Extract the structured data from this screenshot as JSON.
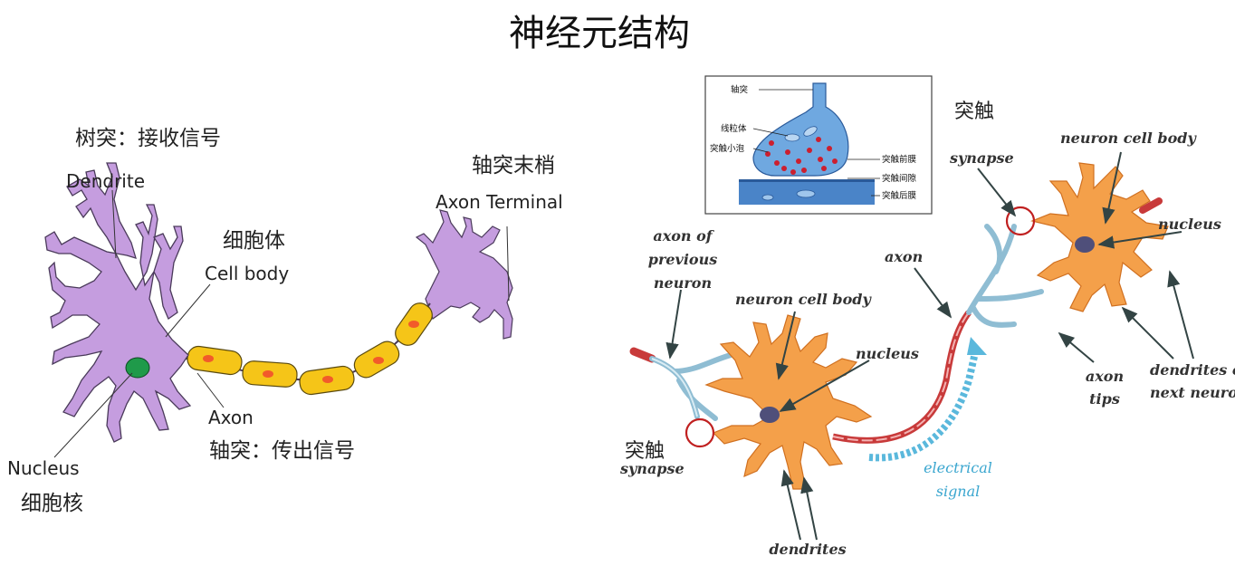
{
  "title": "神经元结构",
  "left_diagram": {
    "dendrite_zh": "树突：接收信号",
    "dendrite_en": "Dendrite",
    "cell_body_zh": "细胞体",
    "cell_body_en": "Cell body",
    "axon_terminal_zh": "轴突末梢",
    "axon_terminal_en": "Axon Terminal",
    "axon_en": "Axon",
    "axon_zh": "轴突：传出信号",
    "nucleus_en": "Nucleus",
    "nucleus_zh": "细胞核"
  },
  "inset": {
    "label_axon": "轴突",
    "label_mito": "线粒体",
    "label_vesicle": "突触小泡",
    "label_pre": "突触前膜",
    "label_cleft": "突触间隙",
    "label_post": "突触后膜"
  },
  "right_diagram": {
    "synapse_zh_top": "突触",
    "synapse_top": "synapse",
    "neuron_cell_body_top": "neuron cell body",
    "nucleus_top": "nucleus",
    "axon_of_previous": [
      "axon of",
      "previous",
      "neuron"
    ],
    "neuron_cell_body": "neuron cell body",
    "nucleus": "nucleus",
    "axon": "axon",
    "axon_tips": [
      "axon",
      "tips"
    ],
    "dendrites_next": [
      "dendrites of",
      "next neuron"
    ],
    "synapse_zh_bottom": "突触",
    "synapse_bottom": "synapse",
    "electrical_signal": [
      "electrical",
      "signal"
    ],
    "dendrites": "dendrites"
  },
  "colors": {
    "left_cell": "#c59ddf",
    "left_cell_stroke": "#4a3a5a",
    "nucleus_green": "#1f9a4a",
    "myelin": "#f5c518",
    "myelin_dot": "#f25b2a",
    "neuron_orange": "#f4a04a",
    "neuron_orange_dark": "#e07b20",
    "neuron_nucleus": "#4f4f7a",
    "axon_red": "#c83a3a",
    "dendrite_blue": "#a9cfe0",
    "synapse_circle": "#c02020",
    "signal_blue": "#5ab8dc",
    "inset_blue": "#4a84c8",
    "vesicle_red": "#cc1f2f"
  }
}
